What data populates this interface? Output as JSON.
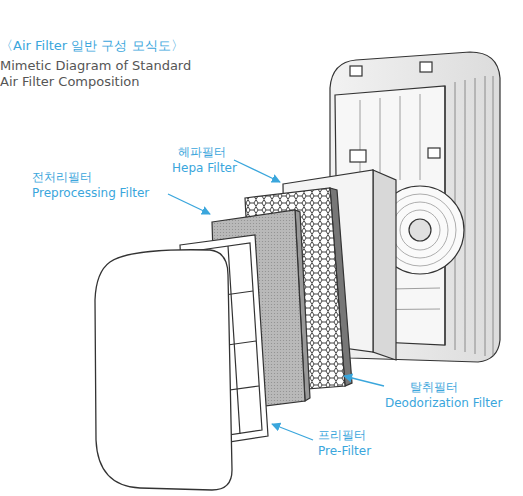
{
  "diagram": {
    "title": "〈Air Filter 일반 구성 모식도〉",
    "labels": [
      "Mimetic Diagram of Standard Air Filter Composition",
      "헤파필터",
      "Hepa Filter",
      "전처리필터",
      "Preprocessing Filter",
      "탈취필터",
      "Deodorization Filter",
      "프리필터",
      "Pre-Filter"
    ]
  }
}
